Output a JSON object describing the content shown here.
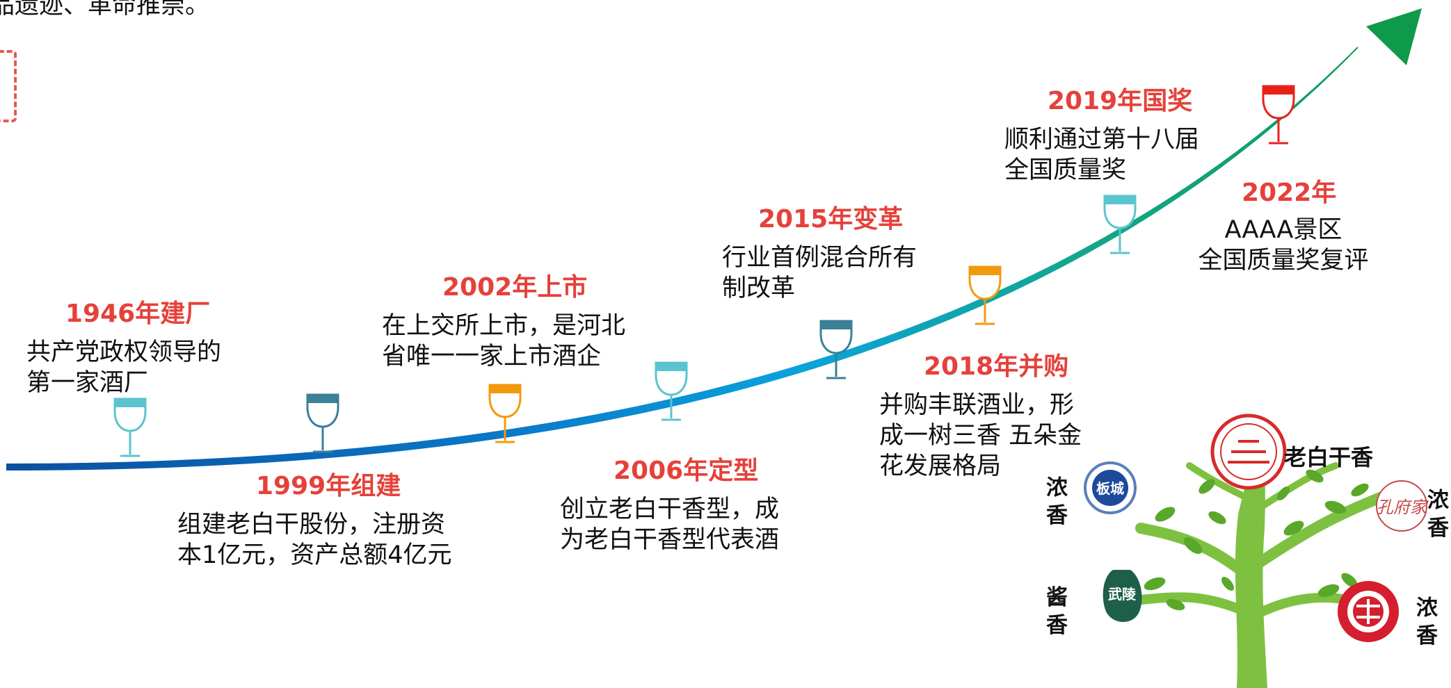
{
  "header_fragment": "品遗迹、革命推崇。",
  "milestones": [
    {
      "year": "1946年建厂",
      "lines": [
        "共产党政权领导的",
        "第一家酒厂"
      ]
    },
    {
      "year": "1999年组建",
      "lines": [
        "组建老白干股份，注册资",
        "本1亿元，资产总额4亿元"
      ]
    },
    {
      "year": "2002年上市",
      "lines": [
        "在上交所上市，是河北",
        "省唯一一家上市酒企"
      ]
    },
    {
      "year": "2006年定型",
      "lines": [
        "创立老白干香型，成",
        "为老白干香型代表酒"
      ]
    },
    {
      "year": "2015年变革",
      "lines": [
        "行业首例混合所有",
        "制改革"
      ]
    },
    {
      "year": "2018年并购",
      "lines": [
        "并购丰联酒业，形",
        "成一树三香 五朵金",
        "花发展格局"
      ]
    },
    {
      "year": "2019年国奖",
      "lines": [
        "顺利通过第十八届",
        "全国质量奖"
      ]
    },
    {
      "year": "2022年",
      "lines": [
        "AAAA景区",
        "全国质量奖复评"
      ]
    }
  ],
  "brand_tree": {
    "top_label": "老白干香",
    "left_top": "浓香",
    "left_bottom": "酱香",
    "right_top": "浓香",
    "right_bottom": "浓香",
    "logo_texts": [
      "板城",
      "武陵",
      "孔府家"
    ]
  },
  "colors": {
    "accent_red": "#e5413a",
    "arrow_start": "#0a4fa0",
    "arrow_mid": "#0aa3dc",
    "arrow_end": "#0e9a4a",
    "glass_teal": "#5ac4cf",
    "glass_dark": "#3b7f98",
    "glass_orange": "#f29a0e",
    "glass_red": "#e8201a"
  }
}
